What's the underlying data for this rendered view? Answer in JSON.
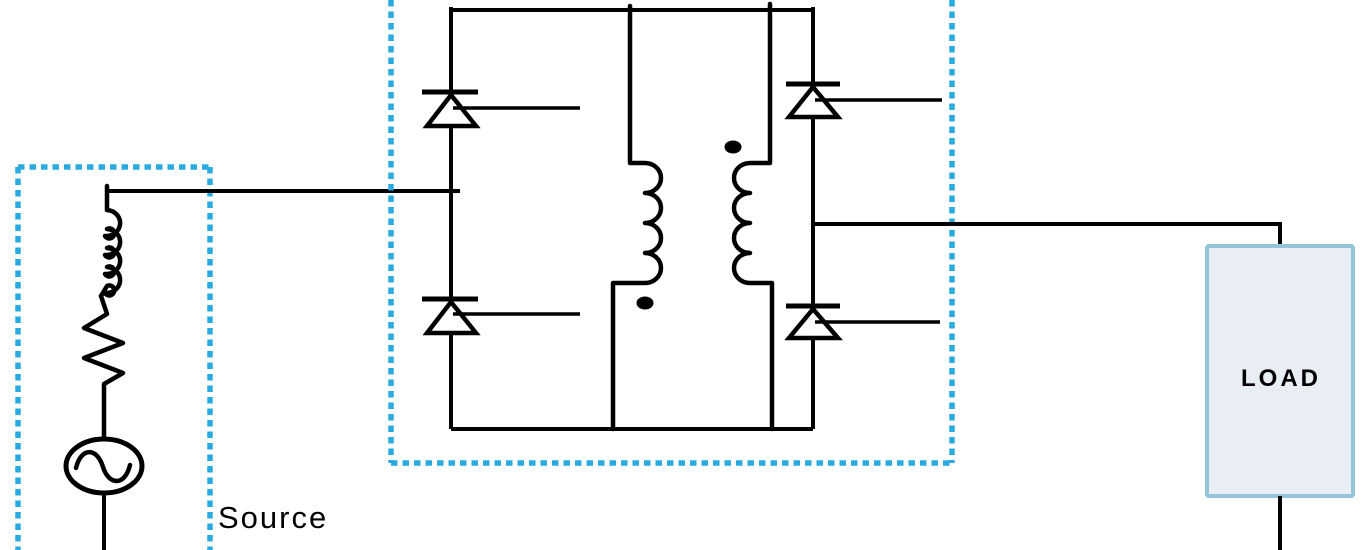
{
  "diagram": {
    "source_box": {
      "label": "Source"
    },
    "load_box": {
      "label": "LOAD"
    },
    "components": [
      "ac-voltage-source",
      "source-inductor",
      "source-resistor",
      "thyristor-upper-left",
      "thyristor-lower-left",
      "thyristor-upper-right",
      "thyristor-lower-right",
      "transformer-winding-left",
      "transformer-winding-right",
      "polarity-dot-left",
      "polarity-dot-right",
      "load"
    ],
    "colors": {
      "wire": "#000000",
      "dashed_box": "#29abe2",
      "load_fill": "#e9eef5",
      "load_border": "#93c4da",
      "label_text": "#000000"
    }
  }
}
